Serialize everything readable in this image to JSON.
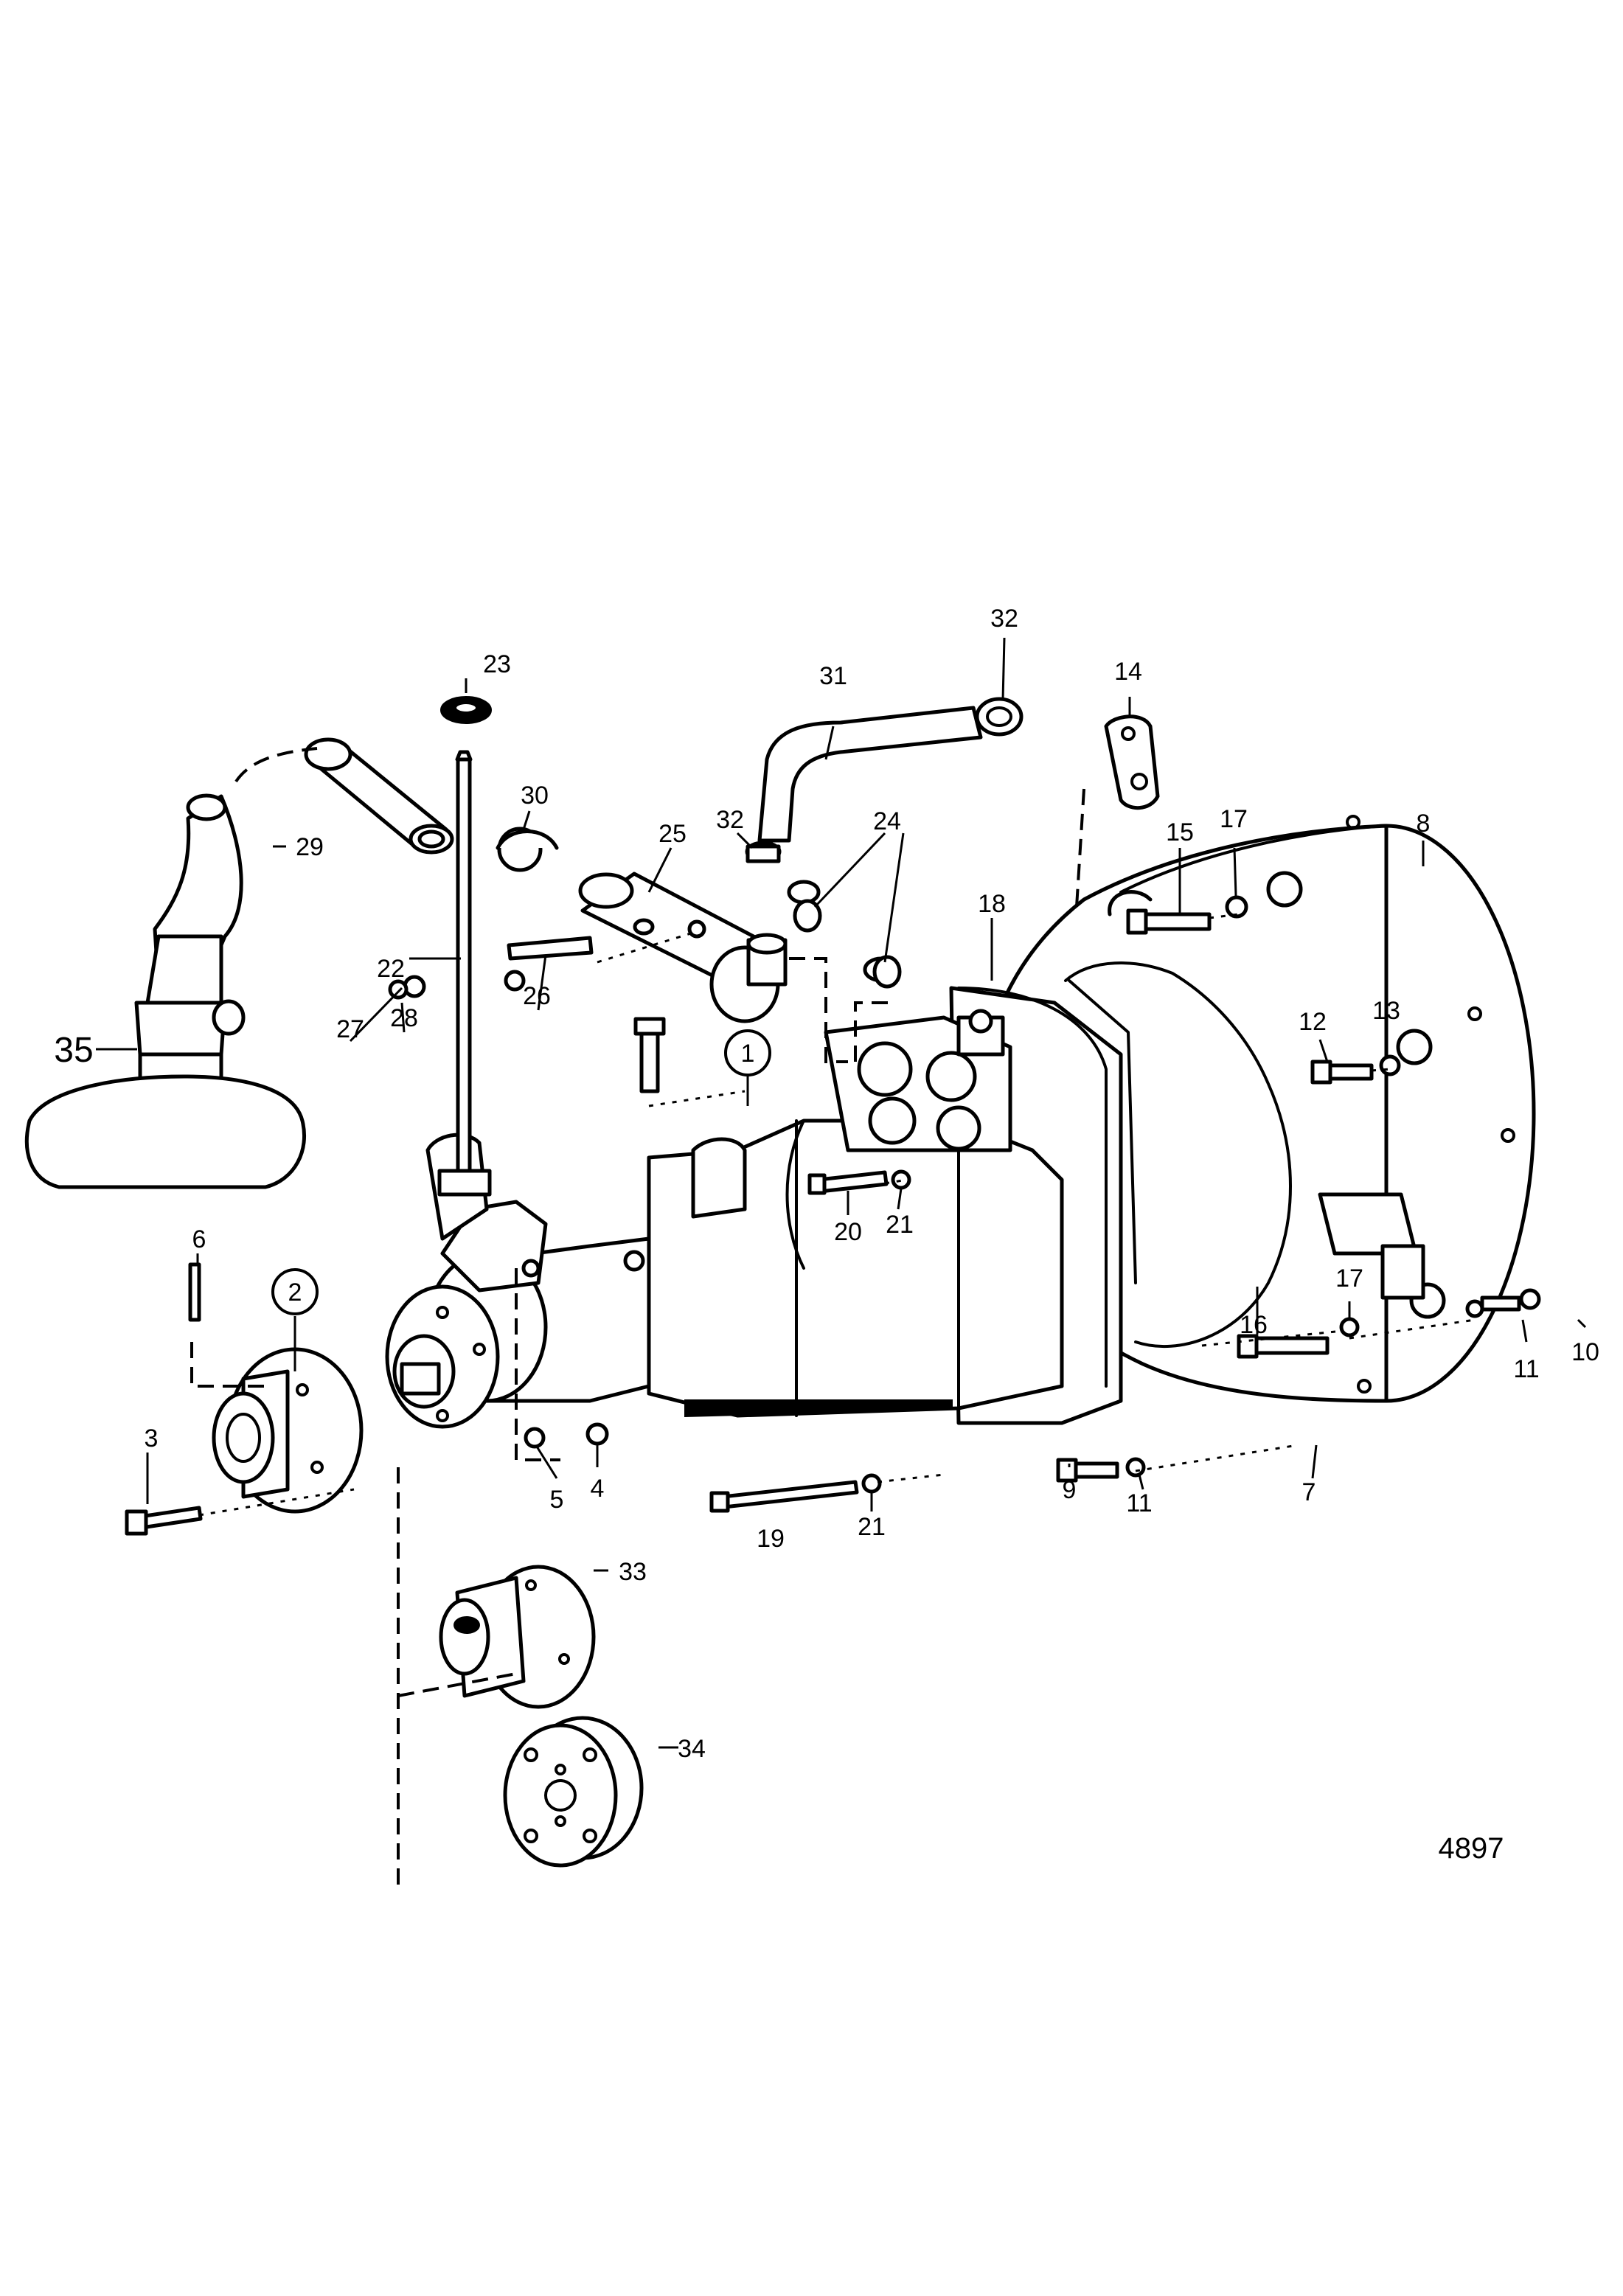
{
  "diagram": {
    "reference_number": "4897",
    "callouts": [
      {
        "id": "c1",
        "label": "1",
        "circled": true
      },
      {
        "id": "c2",
        "label": "2",
        "circled": true
      },
      {
        "id": "c3",
        "label": "3"
      },
      {
        "id": "c4",
        "label": "4"
      },
      {
        "id": "c5",
        "label": "5"
      },
      {
        "id": "c6",
        "label": "6"
      },
      {
        "id": "c7",
        "label": "7"
      },
      {
        "id": "c8",
        "label": "8"
      },
      {
        "id": "c9",
        "label": "9"
      },
      {
        "id": "c10",
        "label": "10"
      },
      {
        "id": "c11a",
        "label": "11"
      },
      {
        "id": "c11b",
        "label": "11"
      },
      {
        "id": "c12",
        "label": "12"
      },
      {
        "id": "c13",
        "label": "13"
      },
      {
        "id": "c14",
        "label": "14"
      },
      {
        "id": "c15",
        "label": "15"
      },
      {
        "id": "c16",
        "label": "16"
      },
      {
        "id": "c17a",
        "label": "17"
      },
      {
        "id": "c17b",
        "label": "17"
      },
      {
        "id": "c18",
        "label": "18"
      },
      {
        "id": "c19",
        "label": "19"
      },
      {
        "id": "c20",
        "label": "20"
      },
      {
        "id": "c21a",
        "label": "21"
      },
      {
        "id": "c21b",
        "label": "21"
      },
      {
        "id": "c22",
        "label": "22"
      },
      {
        "id": "c23",
        "label": "23"
      },
      {
        "id": "c24",
        "label": "24"
      },
      {
        "id": "c25",
        "label": "25"
      },
      {
        "id": "c26",
        "label": "26"
      },
      {
        "id": "c27",
        "label": "27"
      },
      {
        "id": "c28",
        "label": "28"
      },
      {
        "id": "c29",
        "label": "29"
      },
      {
        "id": "c30",
        "label": "30"
      },
      {
        "id": "c31",
        "label": "31"
      },
      {
        "id": "c32a",
        "label": "32"
      },
      {
        "id": "c32b",
        "label": "32"
      },
      {
        "id": "c33",
        "label": "33"
      },
      {
        "id": "c34",
        "label": "34"
      },
      {
        "id": "c35",
        "label": "35"
      }
    ]
  }
}
